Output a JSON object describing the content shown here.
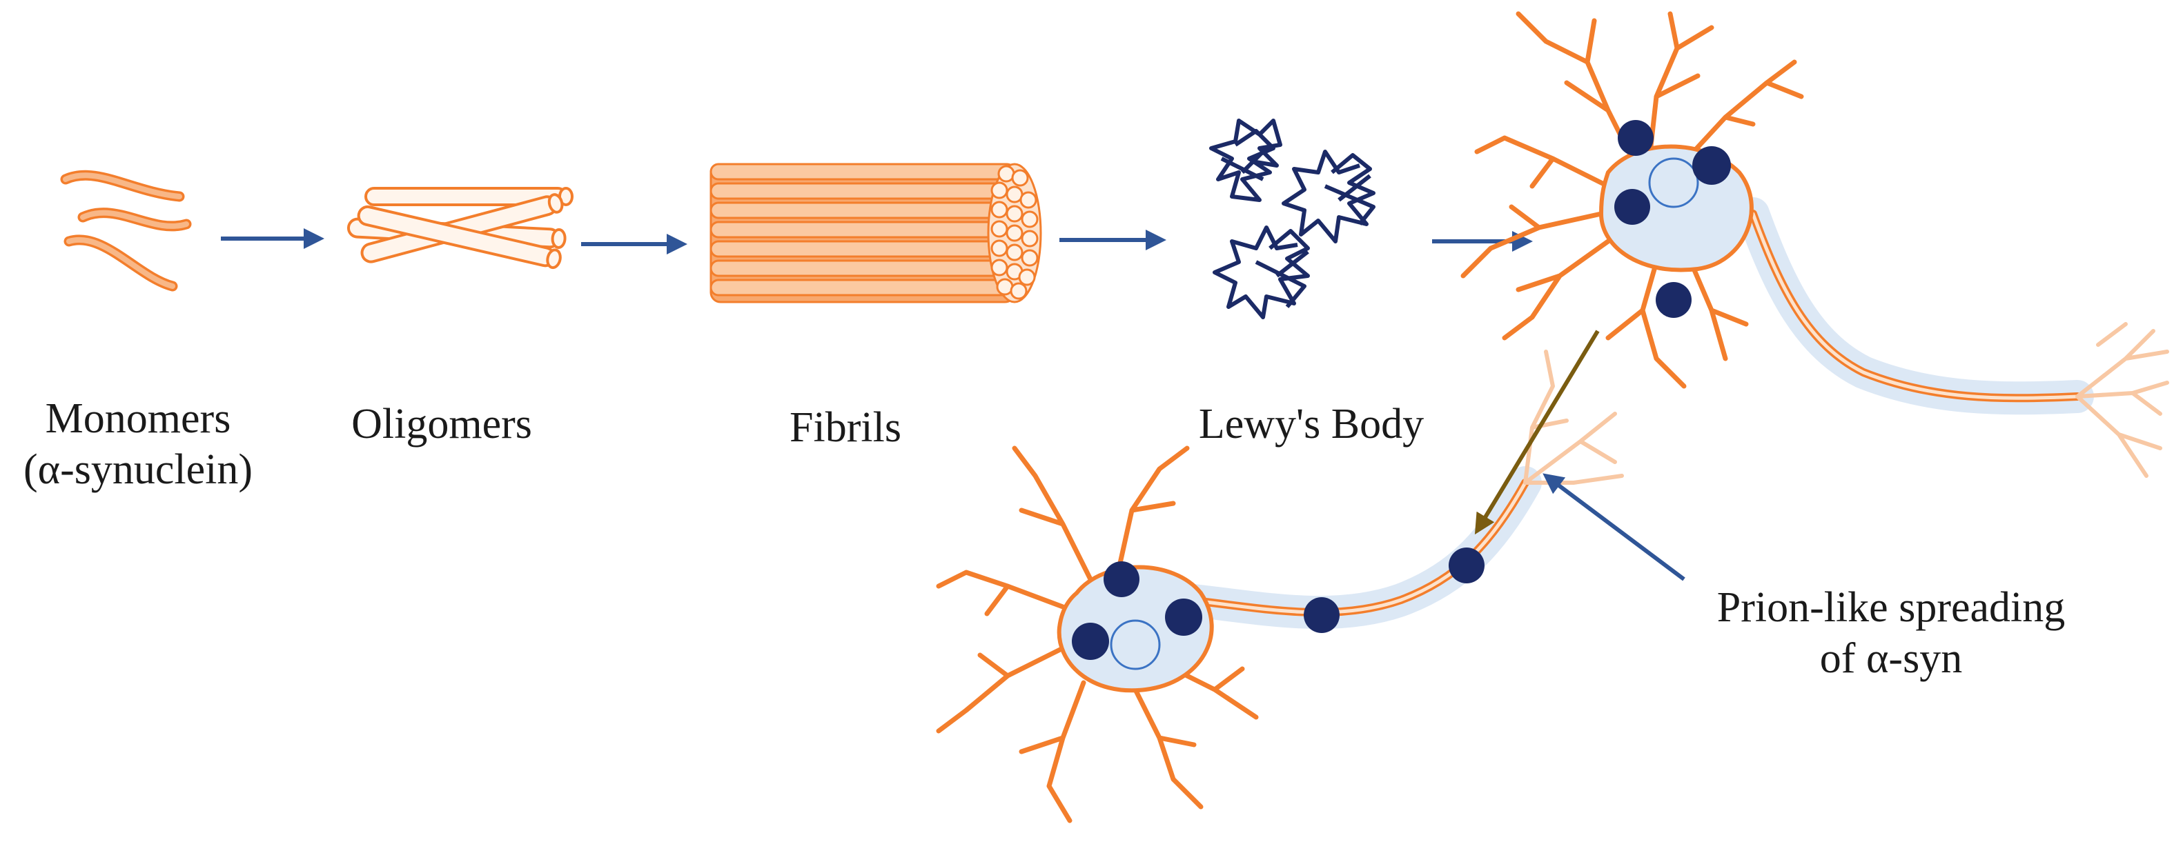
{
  "labels": {
    "monomers_line1": "Monomers",
    "monomers_line2": "(α-synuclein)",
    "oligomers": "Oligomers",
    "fibrils": "Fibrils",
    "lewy_body": "Lewy's Body",
    "prion_line1": "Prion-like spreading",
    "prion_line2": "of α-syn"
  },
  "colors": {
    "protein_orange": "#f37e2c",
    "protein_fill": "#f8b787",
    "aggregate_navy": "#1b2a66",
    "arrow_blue": "#2f5597",
    "arrow_brown": "#7a5c10",
    "neuron_body": "#dce8f5",
    "nucleus": "#3b73c4"
  }
}
